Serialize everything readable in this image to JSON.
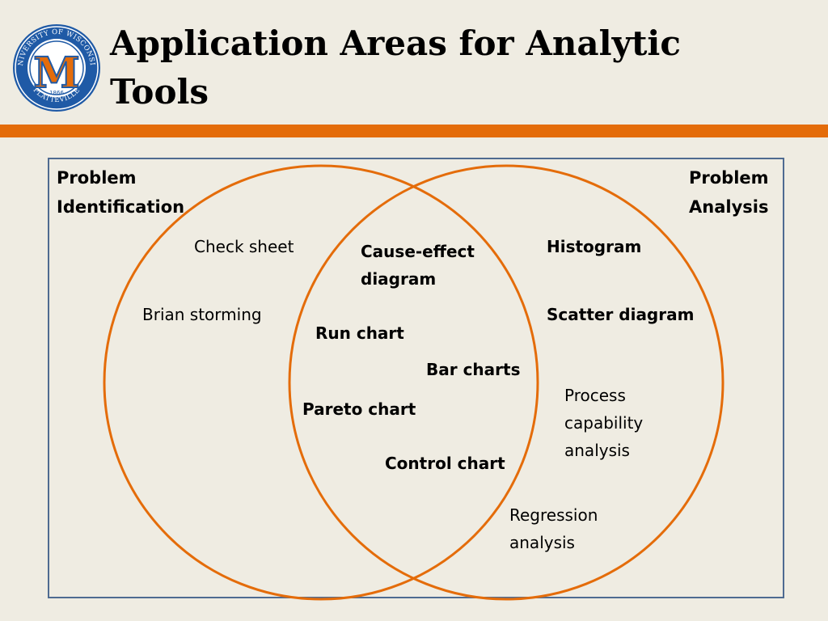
{
  "slide": {
    "title_line1": "Application Areas for Analytic",
    "title_line2": "Tools",
    "logo": {
      "ring_text_top": "UNIVERSITY OF WISCONSIN",
      "ring_text_bottom": "PLATTEVILLE",
      "year": "1866",
      "letter": "M",
      "colors": {
        "ring": "#1f5aa6",
        "letter": "#e46c0a",
        "inner": "#ffffff"
      }
    }
  },
  "diagram": {
    "sets": {
      "left_line1": "Problem",
      "left_line2": "Identification",
      "right_line1": "Problem",
      "right_line2": "Analysis"
    },
    "left_only": [
      "Check sheet",
      "Brian storming"
    ],
    "overlap": [
      "Cause-effect",
      "diagram",
      "Run chart",
      "Bar charts",
      "Pareto chart",
      "Control chart"
    ],
    "right_only": [
      "Histogram",
      "Scatter diagram",
      "Process",
      "capability",
      "analysis",
      "Regression",
      "analysis"
    ],
    "colors": {
      "circle": "#e46c0a",
      "frame": "#4f6b91",
      "background": "#efece2"
    }
  }
}
